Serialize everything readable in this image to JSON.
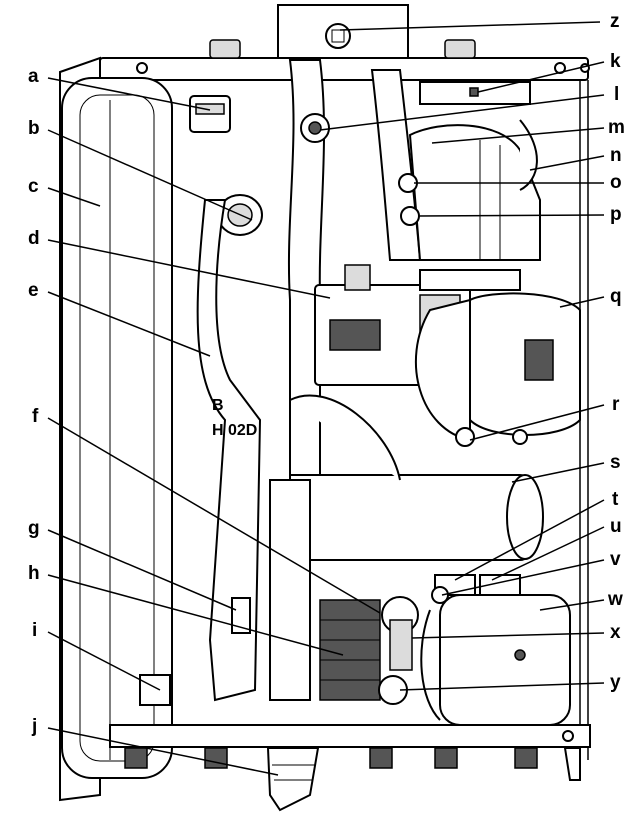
{
  "labels": {
    "a": "a",
    "b": "b",
    "c": "c",
    "d": "d",
    "e": "e",
    "f": "f",
    "g": "g",
    "h": "h",
    "i": "i",
    "j": "j",
    "k": "k",
    "l": "l",
    "m": "m",
    "n": "n",
    "o": "o",
    "p": "p",
    "q": "q",
    "r": "r",
    "s": "s",
    "t": "t",
    "u": "u",
    "v": "v",
    "w": "w",
    "x": "x",
    "y": "y",
    "z": "z"
  },
  "body_text": {
    "line1": "B",
    "line2": "H  02D"
  }
}
